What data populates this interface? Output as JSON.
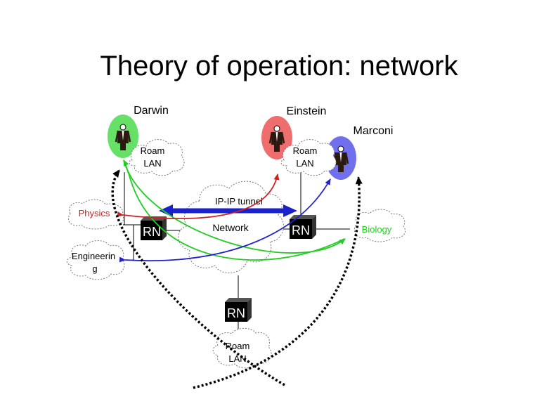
{
  "slide": {
    "title": "Theory of operation: network"
  },
  "people": [
    {
      "label": "Darwin",
      "color": "#66e066"
    },
    {
      "label": "Einstein",
      "color": "#ee6e6e"
    },
    {
      "label": "Marconi",
      "color": "#7070ee"
    }
  ],
  "clouds": {
    "roam_lan_left": [
      "Roam",
      "LAN"
    ],
    "roam_lan_right": [
      "Roam",
      "LAN"
    ],
    "roam_lan_bottom": [
      "Roam",
      "LAN"
    ],
    "network": "Network",
    "physics": "Physics",
    "engineering": [
      "Engineerin",
      "g"
    ],
    "biology": "Biology"
  },
  "routers": {
    "left": "RN",
    "right": "RN",
    "bottom": "RN"
  },
  "tunnel": {
    "label": "IP-IP tunnel"
  },
  "colors": {
    "green_path": "#22cc22",
    "red_path": "#cc2222",
    "blue_path": "#2222cc",
    "tunnel": "#1a22cc",
    "physics_text": "#cc2222",
    "biology_text": "#22cc22",
    "router_fill": "#000000",
    "router_text": "#ffffff"
  }
}
